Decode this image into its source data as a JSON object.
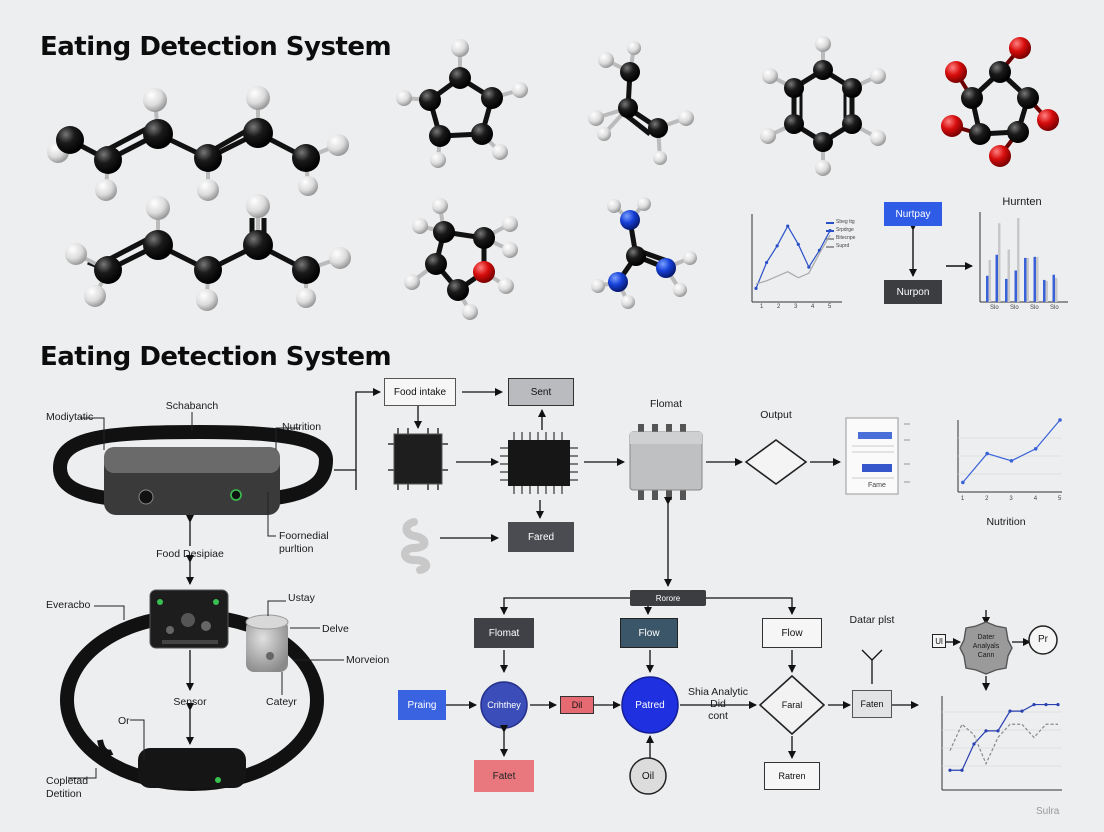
{
  "titles": {
    "top": "Eating Detection System",
    "bottom": "Eating Detection System"
  },
  "top_panel": {
    "box_top": "Nurtpay",
    "box_bottom": "Nurpon",
    "bar_title": "Hurnten",
    "line_legend": [
      "Sbeg ttg",
      "Srpdrge",
      "Bitecnpe",
      "Suprd"
    ],
    "line_xticks": [
      "1",
      "2",
      "3",
      "4",
      "5"
    ],
    "bar_xticks": [
      "Slo",
      "Slo",
      "Slo",
      "Slo"
    ]
  },
  "device_labels": {
    "modiytatic": "Modiytatic",
    "schabanch": "Schabanch",
    "nutrition": "Nutrition",
    "foornedial_1": "Foornedial",
    "foornedial_2": "purltion",
    "food_desipiae": "Food Desipiae",
    "everacbo": "Everacbo",
    "ustay": "Ustay",
    "delve": "Delve",
    "morveion": "Morveion",
    "sensor": "Sensor",
    "cateyr": "Cateyr",
    "or": "Or",
    "copleted_1": "Copletad",
    "copleted_2": "Detition"
  },
  "flow": {
    "food_intake": "Food intake",
    "sent": "Sent",
    "fared": "Fared",
    "flomat": "Flomat",
    "output": "Output",
    "nutrition": "Nutrition",
    "hub": "Rorore",
    "flomat2": "Flomat",
    "flow1": "Flow",
    "flow2": "Flow",
    "datar_plst": "Datar plst",
    "praing": "Praing",
    "crihtheey": "Crihthey",
    "dil": "Dil",
    "patred": "Patred",
    "sha_analytic_1": "Shia Analytic",
    "sha_analytic_2": "Did",
    "sha_analytic_3": "cont",
    "faral": "Faral",
    "faten": "Faten",
    "fatet": "Fatet",
    "oil": "Oil",
    "ratren": "Ratren",
    "dater_analysis_1": "Dater",
    "dater_analysis_2": "Analyals",
    "dater_analysis_3": "Cann",
    "ul": "Ul",
    "pr": "Pr",
    "watermark": "Sulra"
  },
  "mini_doc": {
    "footer": "Fame"
  },
  "chart_data": [
    {
      "type": "line",
      "title": "",
      "xlabel": "",
      "ylabel": "",
      "x": [
        1,
        1.5,
        2,
        2.5,
        3,
        3.5,
        4,
        4.5
      ],
      "series": [
        {
          "name": "Sbeg ttg",
          "values": [
            0.5,
            2.2,
            3.3,
            4.6,
            3.4,
            1.9,
            3.0,
            4.3
          ]
        },
        {
          "name": "Srpdrge",
          "values": [
            0.8,
            1.0,
            1.3,
            1.6,
            1.2,
            1.5,
            2.8,
            4.0
          ]
        }
      ],
      "grid": false,
      "legend": "top-right"
    },
    {
      "type": "bar",
      "title": "Hurnten",
      "categories": [
        "Slo",
        "Slo",
        "Slo",
        "Slo"
      ],
      "series": [
        {
          "name": "Blue",
          "values": [
            2.5,
            4.5,
            2.2,
            3.0,
            4.2,
            4.3,
            2.1,
            2.6
          ]
        },
        {
          "name": "Gray",
          "values": [
            4.0,
            7.5,
            5.0,
            8.0,
            4.2,
            4.3,
            2.0,
            2.3
          ]
        }
      ],
      "legend": "none"
    },
    {
      "type": "line",
      "title": "",
      "xlabel": "Nutrition",
      "ylabel": "",
      "x": [
        1,
        2,
        3,
        4,
        5
      ],
      "series": [
        {
          "name": "",
          "values": [
            0.8,
            3.2,
            2.6,
            3.6,
            6.0
          ]
        }
      ],
      "grid": true
    },
    {
      "type": "line",
      "title": "",
      "x": [
        1,
        2,
        3,
        4,
        5,
        6,
        7,
        8,
        9,
        10
      ],
      "series": [
        {
          "name": "",
          "values": [
            1.5,
            1.5,
            3.5,
            4.5,
            4.5,
            6.0,
            6.0,
            6.5,
            6.5,
            6.5
          ]
        },
        {
          "name": "",
          "values": [
            3.0,
            5.0,
            4.2,
            2.0,
            4.0,
            5.0,
            5.0,
            4.0,
            5.0,
            5.0
          ]
        }
      ],
      "grid": true
    }
  ]
}
